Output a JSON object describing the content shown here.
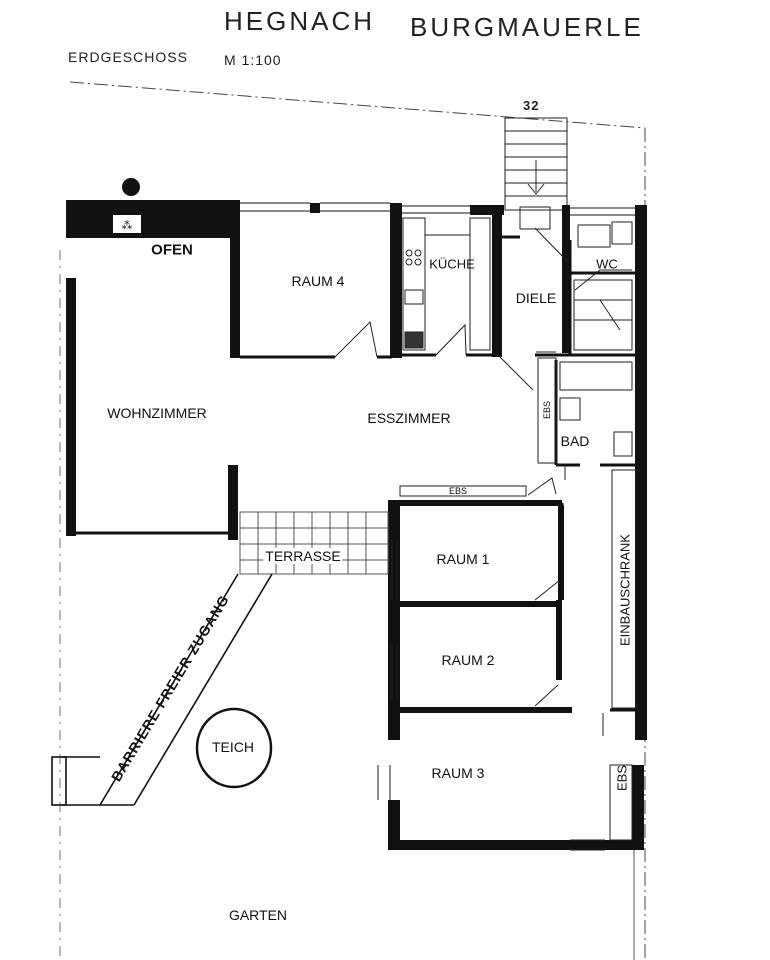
{
  "header": {
    "place": "HEGNACH",
    "street": "BURGMAUERLE",
    "floor": "ERDGESCHOSS",
    "scale": "M  1:100",
    "number": "32"
  },
  "rooms": {
    "ofen": "OFEN",
    "raum4": "RAUM 4",
    "kueche": "KÜCHE",
    "diele": "DIELE",
    "wc": "WC",
    "wohnzimmer": "WOHNZIMMER",
    "esszimmer": "ESSZIMMER",
    "bad": "BAD",
    "terrasse": "TERRASSE",
    "raum1": "RAUM 1",
    "raum2": "RAUM 2",
    "raum3": "RAUM 3",
    "teich": "TEICH",
    "garten": "GARTEN"
  },
  "labels": {
    "ebs_1": "EBS",
    "ebs_2": "EBS",
    "ebs_3": "EBS",
    "einbauschrank": "EINBAUSCHRANK",
    "zugang": "BARRIERE FREIER ZUGANG"
  },
  "colors": {
    "wall": "#111111",
    "line": "#333333",
    "paper": "#ffffff"
  }
}
